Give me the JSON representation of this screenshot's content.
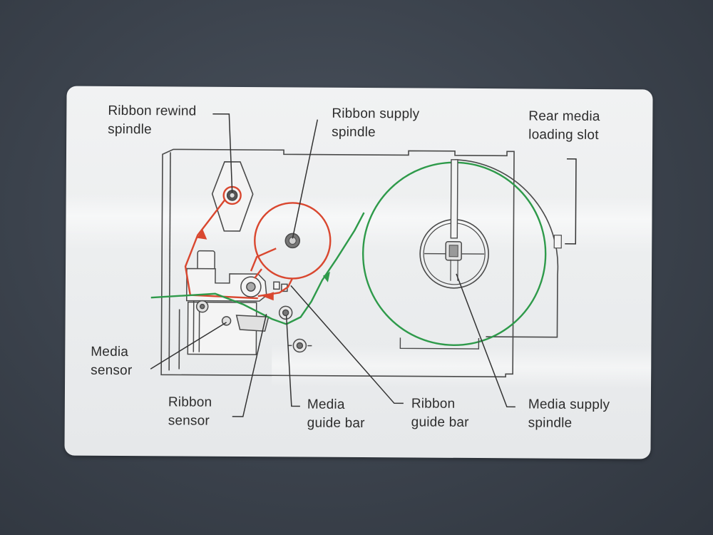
{
  "labels": {
    "ribbon_rewind_spindle": "Ribbon rewind\nspindle",
    "ribbon_supply_spindle": "Ribbon supply\nspindle",
    "rear_media_loading_slot": "Rear  media\nloading slot",
    "media_sensor": "Media\nsensor",
    "ribbon_sensor": "Ribbon\nsensor",
    "media_guide_bar": "Media\nguide bar",
    "ribbon_guide_bar": "Ribbon\nguide bar",
    "media_supply_spindle": "Media supply\nspindle"
  },
  "colors": {
    "ribbon_path": "#d9472f",
    "media_path": "#2e9a4a",
    "line_art": "#4a4a4a",
    "card": "#eceeef",
    "background": "#3b424c"
  }
}
